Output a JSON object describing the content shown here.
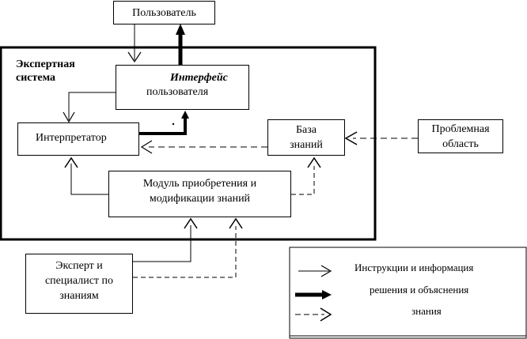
{
  "boxes": {
    "user": "Пользователь",
    "expert_system": [
      "Экспертная",
      "система"
    ],
    "interface": [
      "Интерфейс",
      "пользователя"
    ],
    "interpreter": "Интерпретатор",
    "knowledge_base": [
      "База",
      "знаний"
    ],
    "problem_area": [
      "Проблемная",
      "область"
    ],
    "module": [
      "Модуль приобретения и",
      "модификации знаний"
    ],
    "expert": [
      "Эксперт и",
      "специалист по",
      "знаниям"
    ]
  },
  "legend": {
    "items": [
      "Инструкции и информация",
      "решения и объяснения",
      "знания"
    ]
  },
  "colors": {
    "line": "#000000",
    "background": "#ffffff"
  }
}
